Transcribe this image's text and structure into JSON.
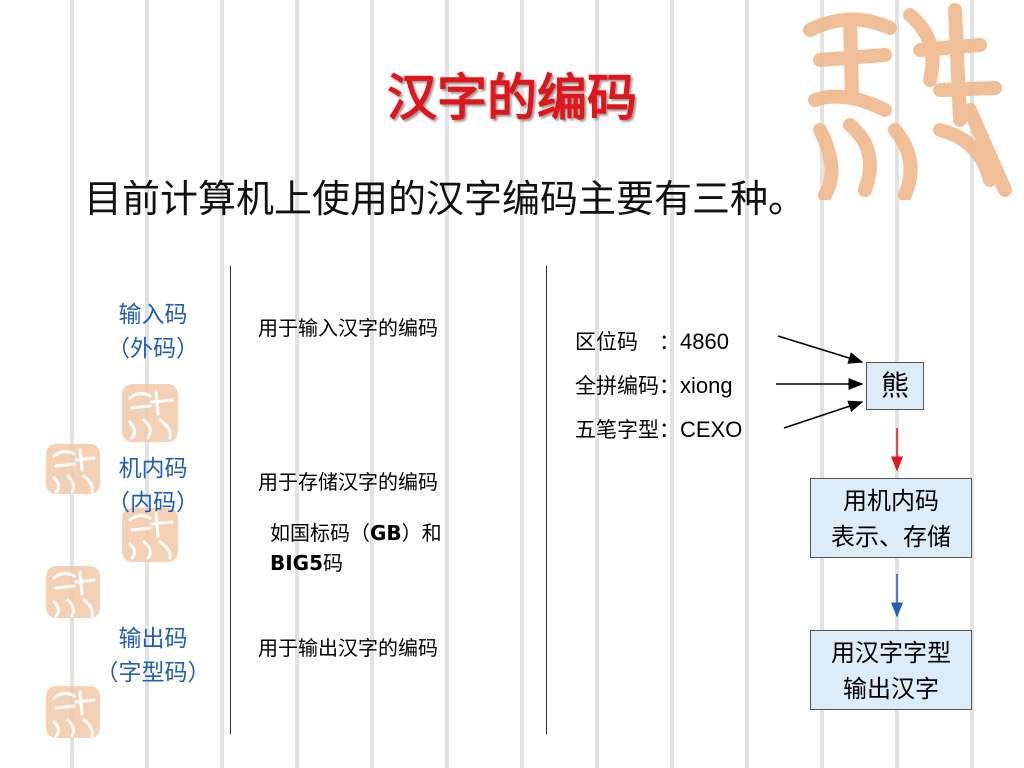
{
  "title": "汉字的编码",
  "subtitle": "目前计算机上使用的汉字编码主要有三种。",
  "codes": [
    {
      "name": "输入码",
      "alias": "（外码）",
      "description": "用于输入汉字的编码"
    },
    {
      "name": "机内码",
      "alias": "（内码）",
      "description": "用于存储汉字的编码",
      "example": {
        "prefix": "如国标码（",
        "gb": "GB",
        "mid": "）和",
        "big5": "BIG5",
        "suffix": "码"
      }
    },
    {
      "name": "输出码",
      "alias": "（字型码）",
      "description": "用于输出汉字的编码"
    }
  ],
  "example_codes": [
    {
      "label": "区位码　：",
      "value": "4860"
    },
    {
      "label": "全拼编码：",
      "value": "xiong"
    },
    {
      "label": "五笔字型：",
      "value": "CEXO"
    }
  ],
  "character": "熊",
  "store_box": {
    "line1": "用机内码",
    "line2": "表示、存储"
  },
  "output_box": {
    "line1": "用汉字字型",
    "line2": "输出汉字"
  },
  "colors": {
    "title": "#e0161b",
    "term": "#1f5fb8",
    "box_fill": "#dcecf8",
    "arrow_red": "#e0161b",
    "arrow_blue": "#1f5fb8",
    "stamp": "#f3c9a8"
  }
}
